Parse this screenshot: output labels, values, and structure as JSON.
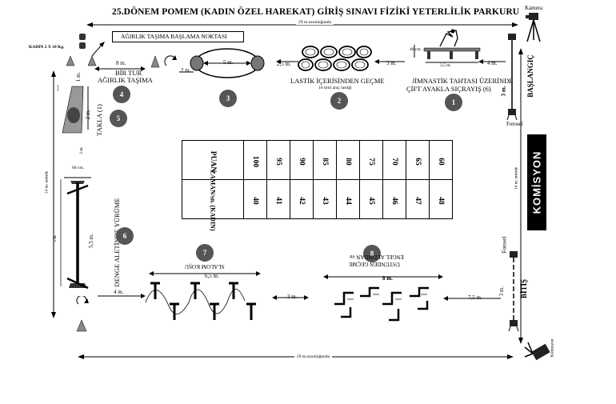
{
  "title": "25.DÖNEM POMEM (KADIN ÖZEL HAREKAT) GİRİŞ SINAVI FİZİKİ YETERLİLİK PARKURU",
  "labels": {
    "kamera": "Kamera",
    "top_length": "29 m.uzunluğunda",
    "bottom_length": "29 m.uzunluğunda",
    "left_width": "14 m. eninde",
    "right_width": "14 m. eninde",
    "kadin_weight": "KADIN 2 X 10 Kg.",
    "agirlik_baslama": "AĞIRLIK TAŞIMA BAŞLAMA NOKTASI",
    "bir_tur_1": "BİR TUR",
    "bir_tur_2": "AĞIRLIK TAŞIMA",
    "lastik": "LASTİK İÇERİSİNDEN GEÇME",
    "lastik_sub": "10 tırtıl araç lastiği",
    "jimnastik_1": "JİMNASTİK TAHTASI ÜZERİNDE",
    "jimnastik_2": "ÇİFT AYAKLA SIÇRAYIŞ (6)",
    "baslangic": "BAŞLANGIÇ",
    "fotosel_top": "Fotosel",
    "fotosel_top2": "Fotosel",
    "fotosel_bottom": "Fotosel",
    "bitis": "BİTİŞ",
    "takla": "TAKLA (1)",
    "denge": "DENGE ALETİNDE YÜRÜME",
    "slalom": "SLALOM KOŞU",
    "engel_1": "ENGEL ALTINDAN ve",
    "engel_2": "ÜSTÜNDEN GEÇME",
    "komisyon": "KOMİSYON",
    "komisyon_small": "Komisyon"
  },
  "dims": {
    "d_8m": "8 m.",
    "d_2m": "2 m.",
    "d_5m": "5 m.",
    "d_25m": "2,5 m.",
    "d_3m": "3 m.",
    "d_4m": "4 m.",
    "d_35m": "3,5 m.",
    "d_40cm": "40 cm.",
    "d_1m": "1 m.",
    "d_2m_side": "2 m.",
    "d_3m_side": "3 m.",
    "d_60cm": "60 cm.",
    "d_5m_side": "5 m.",
    "d_55m": "5,5 m.",
    "d_4m_bottom": "4 m.",
    "d_65m": "6,5 m.",
    "d_3m_bottom": "3 m.",
    "d_8m_bottom": "8 m.",
    "d_75m": "7,5 m.",
    "d_3m_right": "3 m.",
    "d_3m_right2": "3 m.",
    "d_3m_left": "3 m.",
    "d_1m_left": "1 m.",
    "d_2m_left": "2 m.",
    "d_7m": "7 m."
  },
  "stations": [
    "1",
    "2",
    "3",
    "4",
    "5",
    "6",
    "7",
    "8"
  ],
  "score_table": {
    "puan_header": "PUAN",
    "zaman_header": "ZAMAN/sn. (KADIN)",
    "puan": [
      "100",
      "95",
      "90",
      "85",
      "80",
      "75",
      "70",
      "65",
      "60"
    ],
    "zaman": [
      "40",
      "41",
      "42",
      "43",
      "44",
      "45",
      "46",
      "47",
      "48"
    ]
  },
  "colors": {
    "station_fill": "#555555",
    "komisyon_bg": "#000000"
  }
}
